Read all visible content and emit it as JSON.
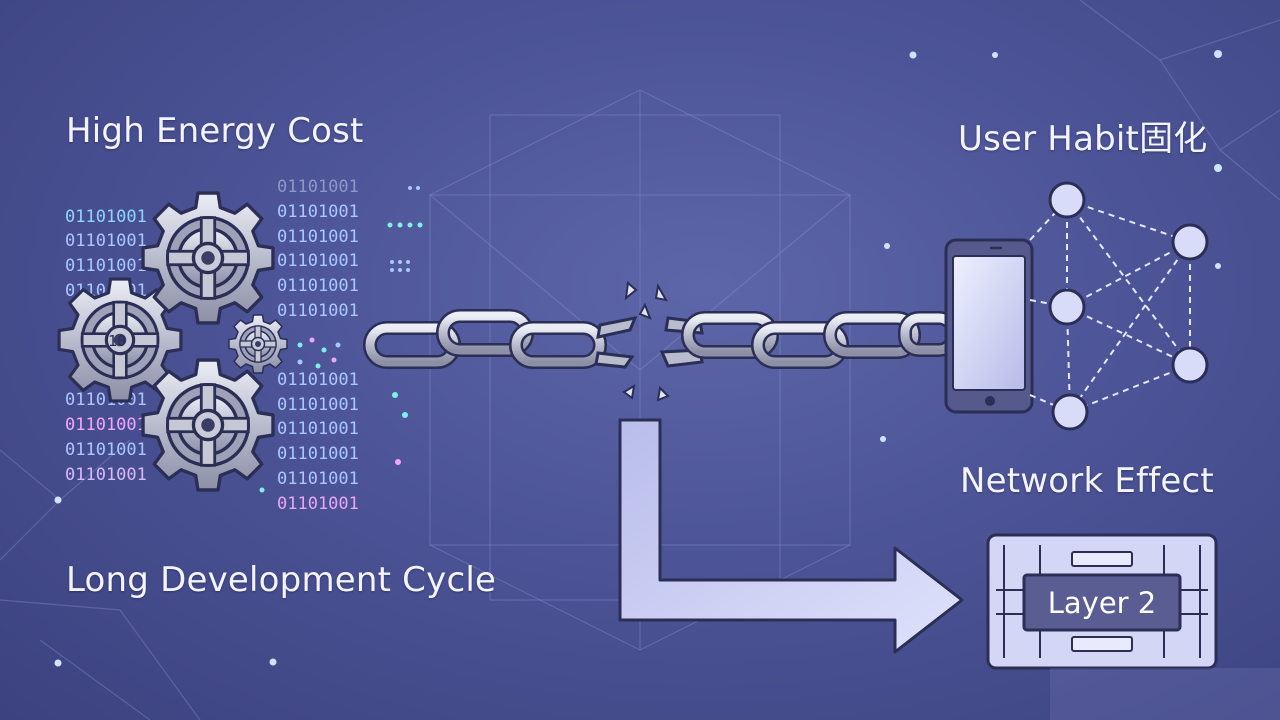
{
  "labels": {
    "high_energy_cost": "High Energy Cost",
    "long_development_cycle": "Long Development Cycle",
    "user_habit": "User Habit固化",
    "network_effect": "Network Effect",
    "layer2": "Layer 2"
  },
  "binary": {
    "value": "01101001",
    "gear_inner": "10"
  },
  "colors": {
    "background": "#4c5497",
    "text": "#f3f4ff",
    "metal": "#c9cbd8",
    "outline": "#2b2e55",
    "binary_blue": "#a9c8ff",
    "binary_cyan": "#7ef0e8",
    "binary_pink": "#f3a6ff",
    "arrow_fill": "#c9cdf2",
    "node_fill": "#d9dcf8"
  },
  "icons": [
    "gear-icon",
    "chain-icon",
    "smartphone-icon",
    "network-graph-icon",
    "arrow-icon",
    "chip-icon"
  ]
}
